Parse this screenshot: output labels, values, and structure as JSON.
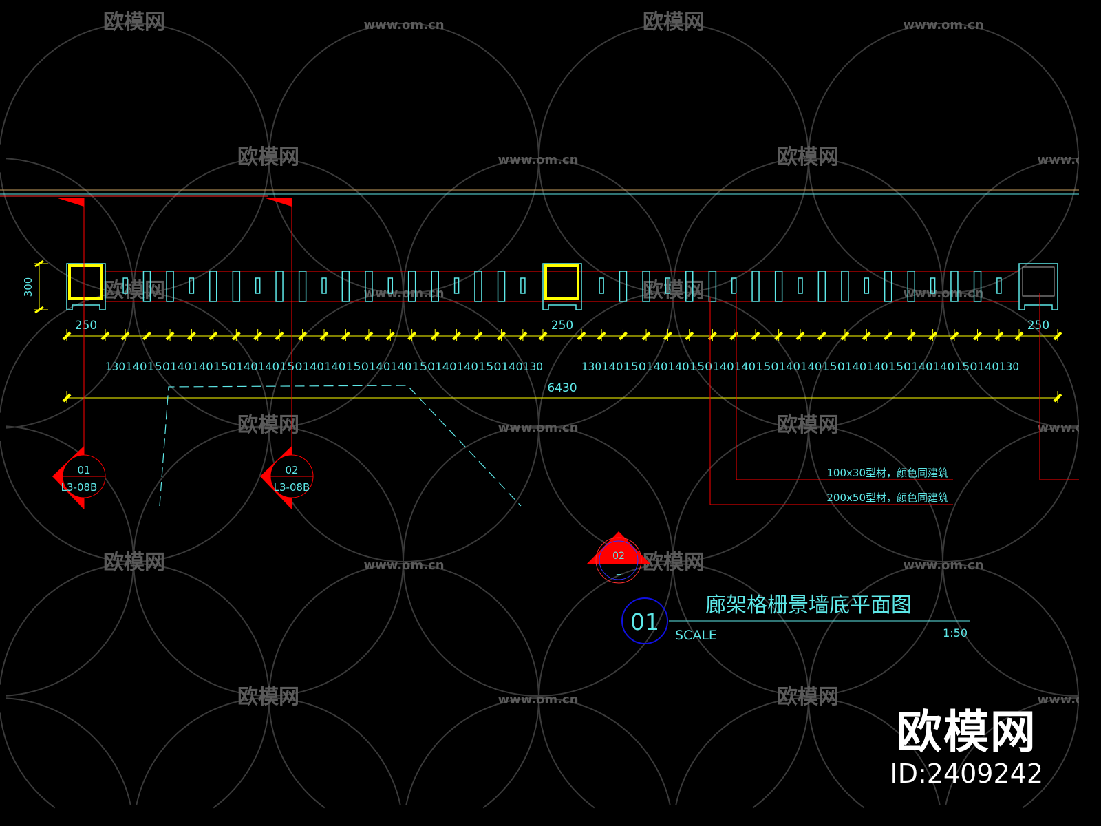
{
  "drawing": {
    "title": "廊架格栅景墙底平面图",
    "number": "01",
    "scale_label": "SCALE",
    "scale_value": "1:50"
  },
  "dimensions": {
    "height": "300",
    "post_width": "250",
    "bay_segments": [
      130,
      140,
      150,
      140,
      140,
      150,
      140,
      140,
      150,
      140,
      140,
      150,
      140,
      140,
      150,
      140,
      140,
      150,
      140,
      130
    ],
    "overall": "6430"
  },
  "section_markers": [
    {
      "number": "01",
      "sheet": "L3-08B"
    },
    {
      "number": "02",
      "sheet": "L3-08B"
    }
  ],
  "elevation_marker": {
    "number": "02",
    "sheet": "_"
  },
  "notes": [
    "100x30型材，颜色同建筑",
    "200x50型材，颜色同建筑"
  ],
  "watermark": {
    "logo": "欧模网",
    "url": "www.om.cn",
    "id": "ID:2409242"
  },
  "colors": {
    "background": "#000000",
    "cyan": "#5ee8e8",
    "yellow": "#ffff00",
    "red": "#ff0000",
    "blue": "#1010e0",
    "watermark": "#5a5a5a"
  }
}
